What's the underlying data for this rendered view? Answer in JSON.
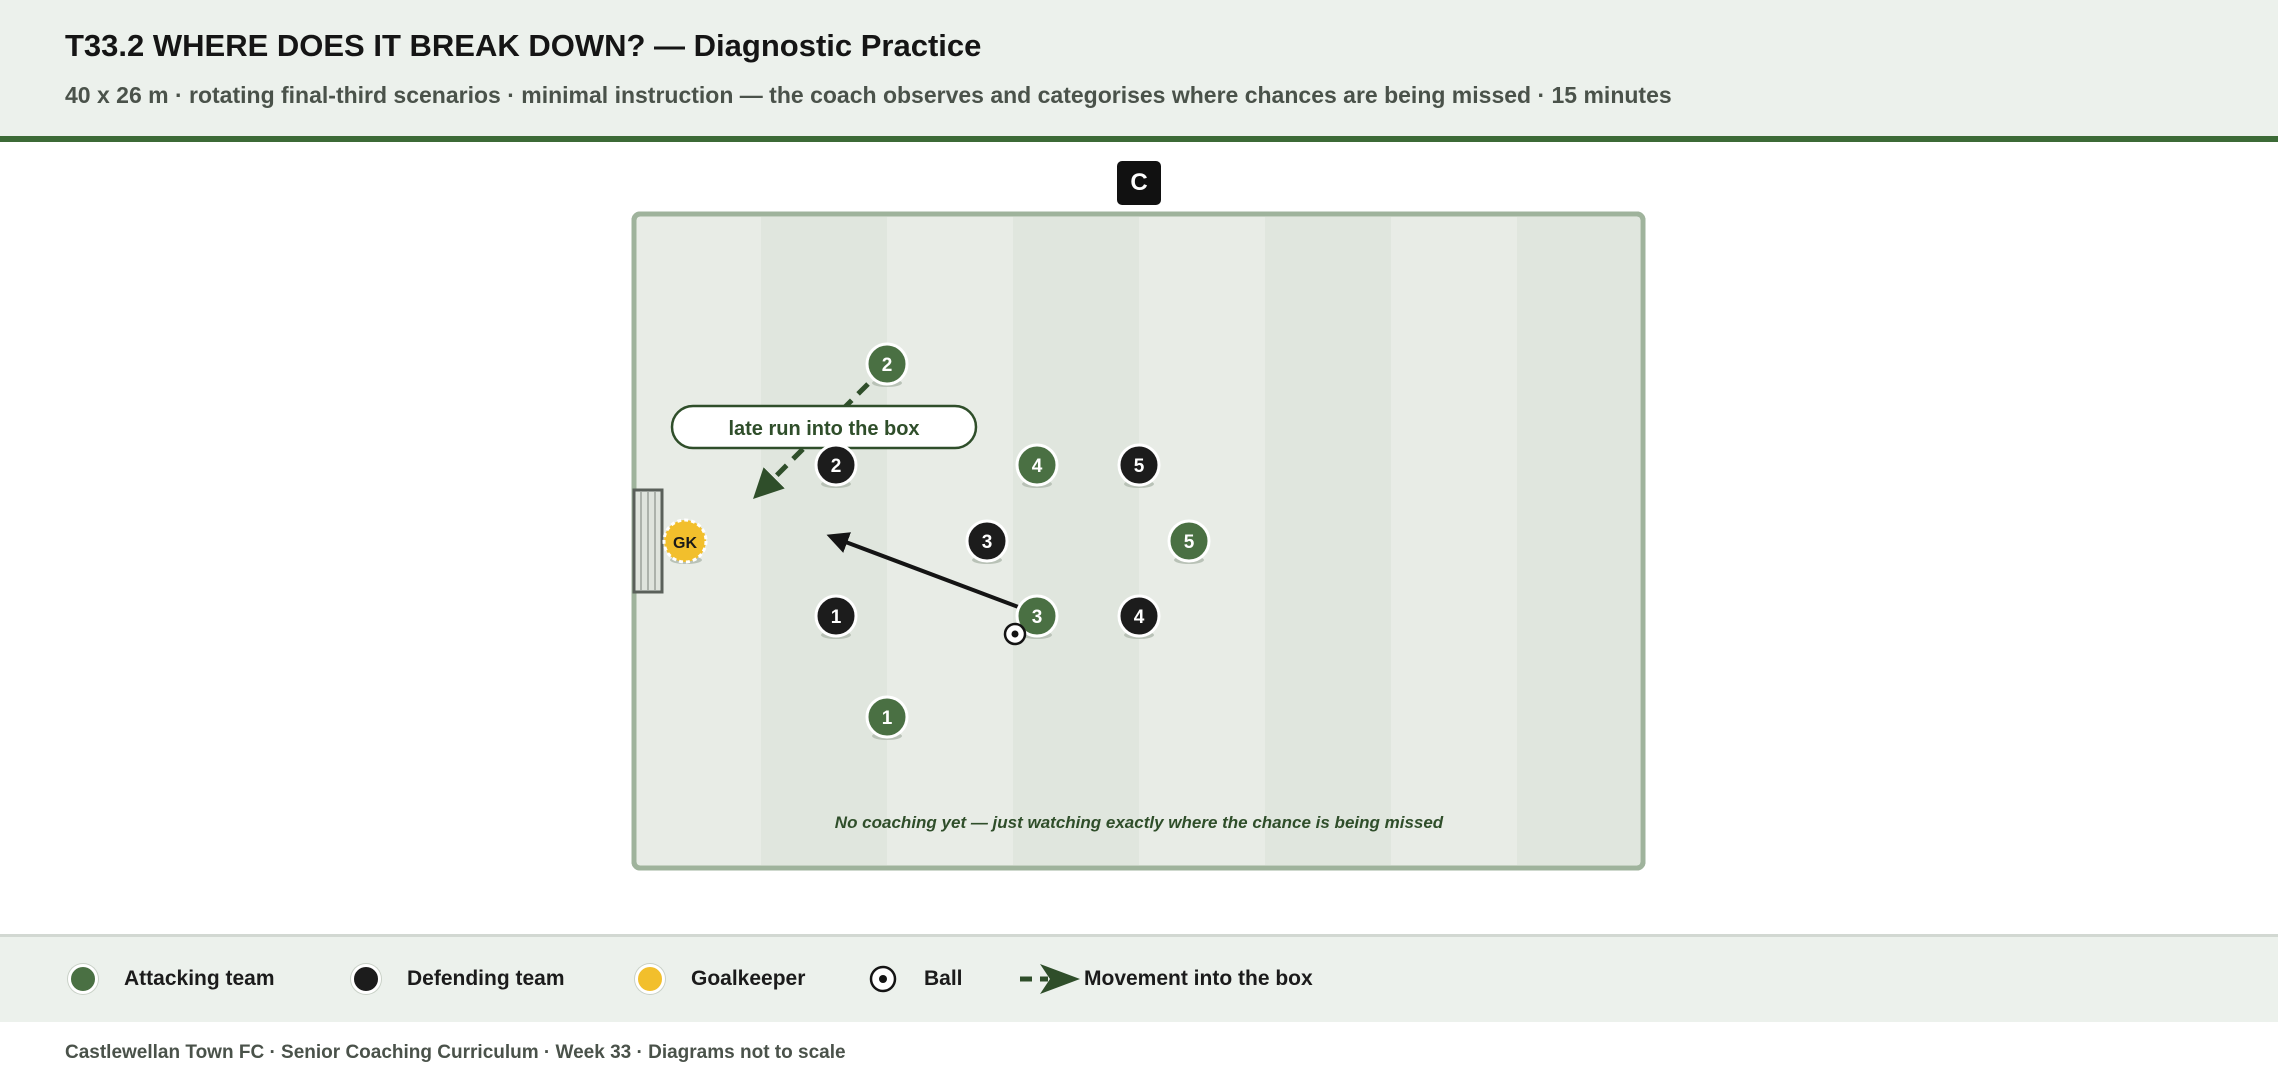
{
  "header": {
    "title": "T33.2 WHERE DOES IT BREAK DOWN? — Diagnostic Practice",
    "subtitle": "40 x 26 m · rotating final-third scenarios · minimal instruction — the coach observes and categorises where chances are being missed · 15 minutes"
  },
  "coach": {
    "label": "C"
  },
  "pitch": {
    "colors": {
      "grass_light": "#e8ece6",
      "grass_dark": "#e0e6de",
      "border": "#9fb39c",
      "attacking": "#4a7043",
      "defending": "#1c1c1c",
      "goalkeeper": "#f2bf2c"
    },
    "goalkeeper": {
      "label": "GK"
    },
    "attackers": [
      {
        "label": "2"
      },
      {
        "label": "4"
      },
      {
        "label": "5"
      },
      {
        "label": "3"
      },
      {
        "label": "1"
      }
    ],
    "defenders": [
      {
        "label": "2"
      },
      {
        "label": "5"
      },
      {
        "label": "3"
      },
      {
        "label": "1"
      },
      {
        "label": "4"
      }
    ],
    "callout": "late run into the box",
    "note": "No coaching yet — just watching exactly where the chance is being missed"
  },
  "legend": {
    "items": [
      {
        "label": "Attacking team",
        "icon": "attacking-player-icon"
      },
      {
        "label": "Defending team",
        "icon": "defending-player-icon"
      },
      {
        "label": "Goalkeeper",
        "icon": "goalkeeper-icon"
      },
      {
        "label": "Ball",
        "icon": "ball-icon"
      },
      {
        "label": "Movement into the box",
        "icon": "dashed-arrow-icon"
      }
    ]
  },
  "footer": {
    "text": "Castlewellan Town FC · Senior Coaching Curriculum · Week 33 · Diagrams not to scale"
  }
}
